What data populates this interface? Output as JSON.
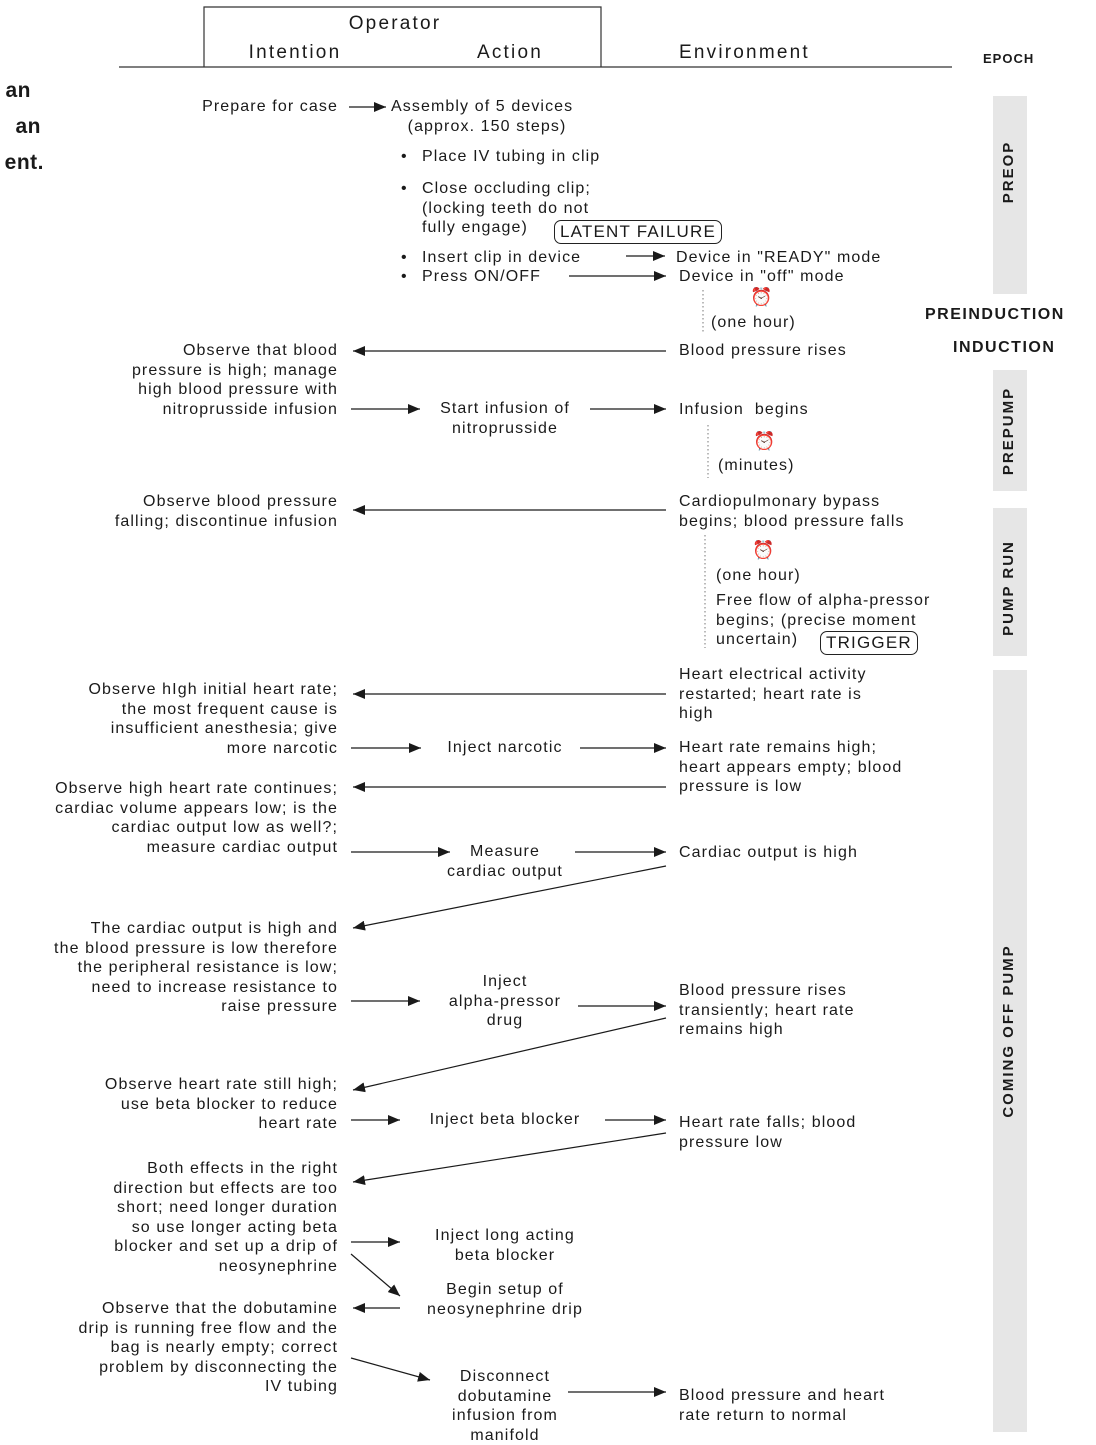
{
  "header": {
    "operator": "Operator",
    "intention": "Intention",
    "action": "Action",
    "environment": "Environment",
    "epoch": "EPOCH"
  },
  "cut_text": [
    "an",
    "an",
    "ent."
  ],
  "epochs": {
    "preop": "PREOP",
    "preinduction": "PREINDUCTION",
    "induction": "INDUCTION",
    "prepump": "PREPUMP",
    "pump_run": "PUMP RUN",
    "coming_off_pump": "COMING OFF PUMP"
  },
  "clock_icon": "alarm-clock-icon",
  "intentions": {
    "i1": "Prepare for case",
    "i2": "Observe that blood\npressure is high; manage\nhigh blood pressure with\nnitroprusside infusion",
    "i3": "Observe blood pressure\nfalling; discontinue infusion",
    "i4": "Observe hIgh initial heart rate;\nthe most frequent cause is\ninsufficient anesthesia; give\nmore narcotic",
    "i5": "Observe high heart rate continues;\ncardiac volume appears low; is the\ncardiac output low as well?;\nmeasure cardiac output",
    "i6": "The cardiac output is high and\nthe blood pressure is low therefore\nthe peripheral resistance is low;\nneed to increase resistance to\nraise pressure",
    "i7": "Observe heart rate still high;\nuse beta blocker to reduce\nheart rate",
    "i8": "Both effects in the right\ndirection but effects are too\nshort; need longer duration\nso use longer acting beta\nblocker and set up a drip of\nneosynephrine",
    "i9": "Observe that the dobutamine\ndrip is running free flow and the\nbag is nearly empty; correct\nproblem by disconnecting the\nIV tubing"
  },
  "actions": {
    "a1": "Assembly of 5 devices\n   (approx. 150 steps)",
    "b1": "Place IV tubing in clip",
    "b2": "Close occluding clip;\n(locking teeth do not\nfully engage)",
    "b3": "Insert clip in device",
    "b4": "Press ON/OFF",
    "a2": "Start infusion of\nnitroprusside",
    "a3": "Inject narcotic",
    "a4": "Measure\ncardiac output",
    "a5": "Inject\nalpha-pressor\ndrug",
    "a6": "Inject beta blocker",
    "a7": "Inject long acting\nbeta blocker",
    "a8": "Begin setup of\nneosynephrine drip",
    "a9": "Disconnect\ndobutamine\ninfusion from\nmanifold"
  },
  "latent_failure": "LATENT FAILURE",
  "trigger": "TRIGGER",
  "environment": {
    "e1": "Device in \"READY\" mode",
    "e2": "Device in \"off\" mode",
    "d1": "(one hour)",
    "e3": "Blood pressure rises",
    "e4": "Infusion  begins",
    "d2": "(minutes)",
    "e5": "Cardiopulmonary bypass\nbegins; blood pressure falls",
    "d3": "(one hour)",
    "e6": "Free flow of alpha-pressor\nbegins; (precise moment\nuncertain)",
    "e7": "Heart electrical activity\nrestarted; heart rate is\nhigh",
    "e8": "Heart rate remains high;\nheart appears empty; blood\npressure is low",
    "e9": "Cardiac output is high",
    "e10": "Blood pressure rises\ntransiently; heart rate\nremains high",
    "e11": "Heart rate falls; blood\npressure low",
    "e12": "Blood pressure and heart\nrate return to normal"
  }
}
